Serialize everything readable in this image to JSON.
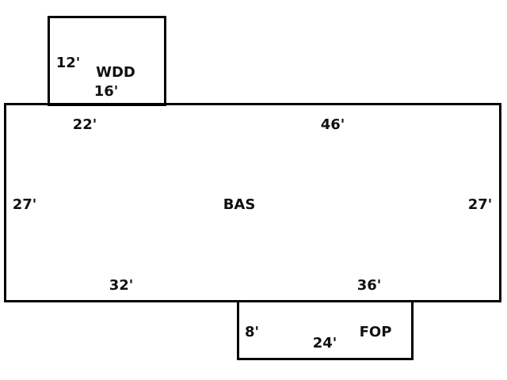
{
  "areas": {
    "wdd": {
      "name": "WDD",
      "side_a": "12'",
      "side_b": "16'"
    },
    "bas": {
      "name": "BAS",
      "top_left": "22'",
      "top_right": "46'",
      "left": "27'",
      "right": "27'",
      "bottom_left": "32'",
      "bottom_right": "36'"
    },
    "fop": {
      "name": "FOP",
      "side_a": "8'",
      "side_b": "24'"
    }
  },
  "colors": {
    "line": "#000000",
    "text": "#111111",
    "background": "#ffffff"
  }
}
